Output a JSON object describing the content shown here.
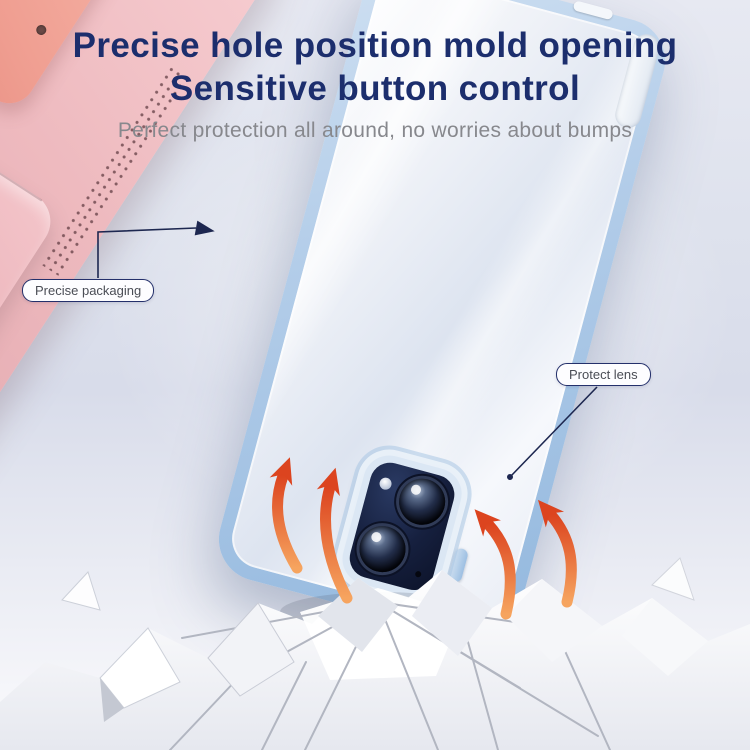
{
  "header": {
    "title_line1": "Precise hole position mold opening",
    "title_line2": "Sensitive button control",
    "subtitle": "Perfect protection all around, no worries about bumps"
  },
  "callouts": {
    "precise_packaging": "Precise packaging",
    "protect_lens": "Protect lens"
  },
  "colors": {
    "title_navy": "#1c2e6d",
    "subtitle_gray": "#87888d",
    "pink_case": "#eebabf",
    "salmon_tablet": "#f0a193",
    "blue_case_frame": "#a9c6e4",
    "camera_module_dark": "#101a35",
    "arrow_orange": "#dc441f",
    "background_lavender": "#dde1ec",
    "callout_border": "#24306b",
    "shattered_ground": "#ffffff"
  },
  "icons": {
    "orange_arrows": "four curved arrows pointing up at camera cutout",
    "camera": "dual-lens camera module with flash",
    "speaker_holes": "dotted speaker grill on tablet edge"
  }
}
